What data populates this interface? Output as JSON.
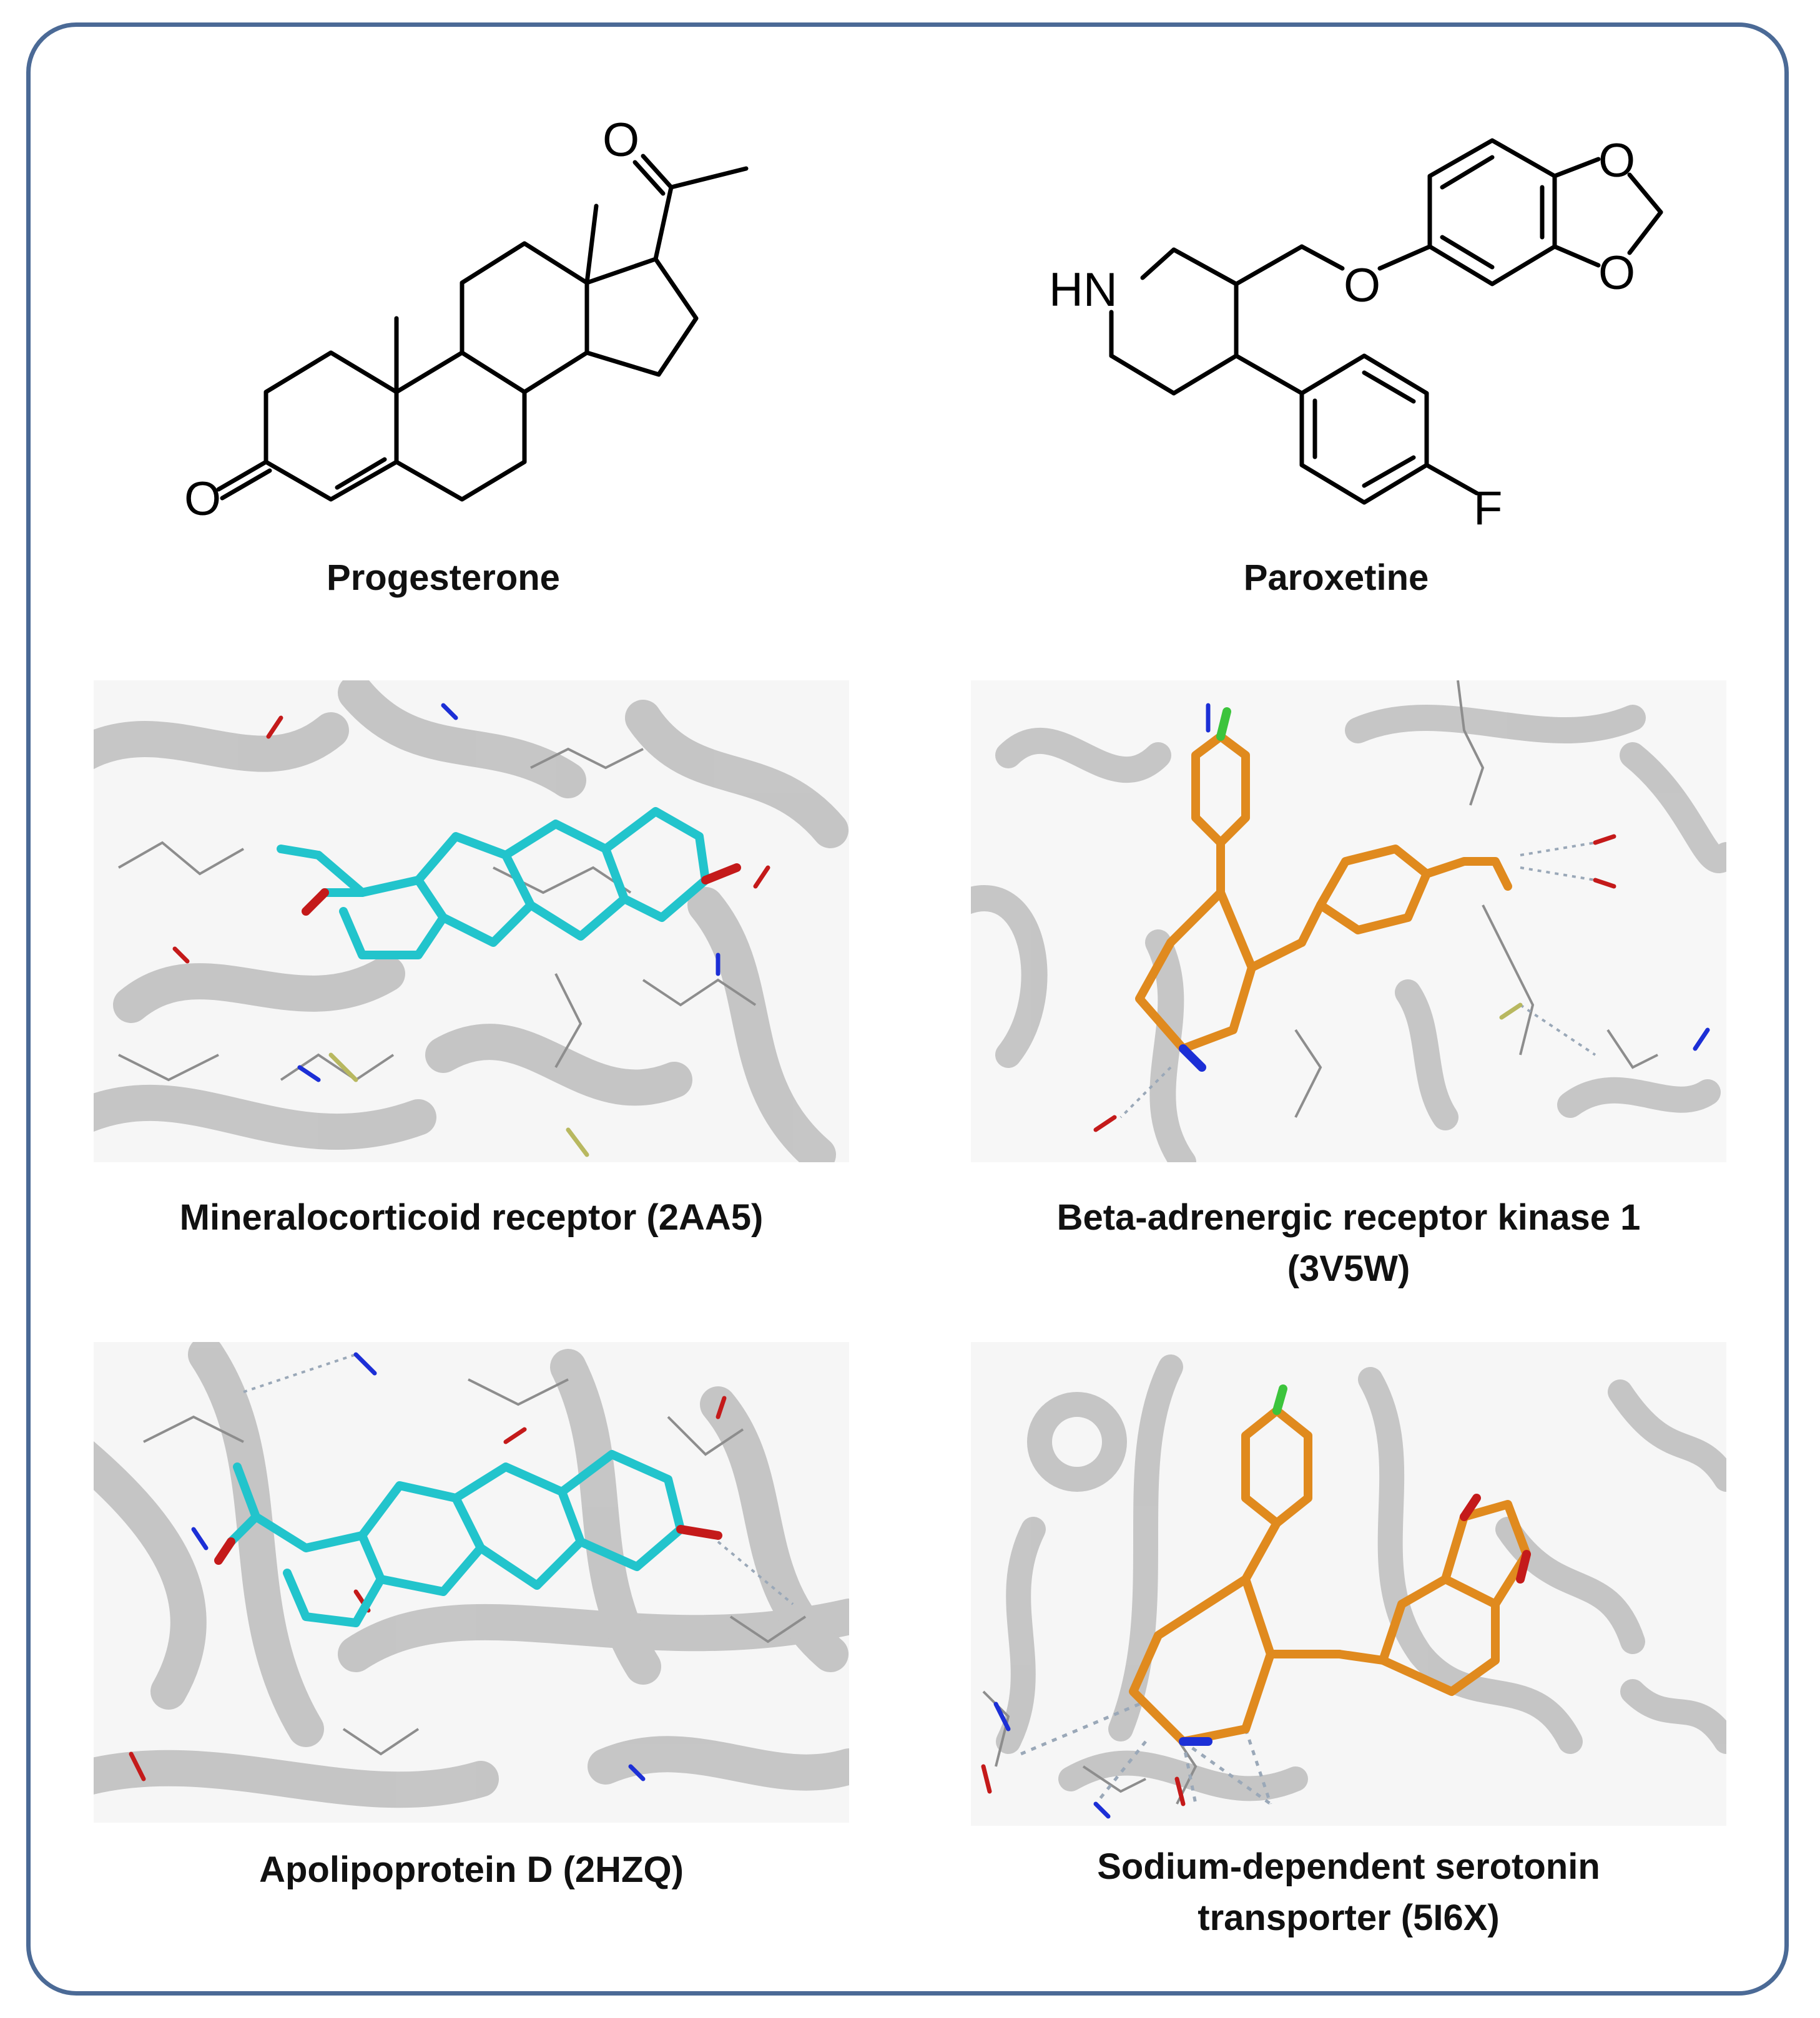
{
  "molecules": {
    "progesterone": {
      "name": "Progesterone",
      "atoms": {
        "ketone_o": "O",
        "acetyl_o": "O"
      }
    },
    "paroxetine": {
      "name": "Paroxetine",
      "atoms": {
        "amine": "HN",
        "ether_o": "O",
        "dioxole_o1": "O",
        "dioxole_o2": "O",
        "fluorine": "F"
      }
    }
  },
  "panels": [
    {
      "caption_line1": "Mineralocorticoid receptor (2AA5)",
      "caption_line2": "",
      "ligand": "Progesterone",
      "ligand_color": "#22c4cc"
    },
    {
      "caption_line1": "Beta-adrenergic receptor kinase 1",
      "caption_line2": "(3V5W)",
      "ligand": "Paroxetine",
      "ligand_color": "#e08a1e"
    },
    {
      "caption_line1": "Apolipoprotein D (2HZQ)",
      "caption_line2": "",
      "ligand": "Progesterone",
      "ligand_color": "#22c4cc"
    },
    {
      "caption_line1": "Sodium-dependent serotonin",
      "caption_line2": "transporter (5I6X)",
      "ligand": "Paroxetine",
      "ligand_color": "#e08a1e"
    }
  ],
  "colors": {
    "border": "#4b6a96",
    "protein": "#b9b9b9",
    "nitrogen": "#1c2fd6",
    "oxygen": "#c41a1a",
    "sulfur": "#b8b860",
    "chlorine_fluorine": "#3cc43c",
    "progesterone_carbon": "#22c4cc",
    "paroxetine_carbon": "#e08a1e"
  }
}
